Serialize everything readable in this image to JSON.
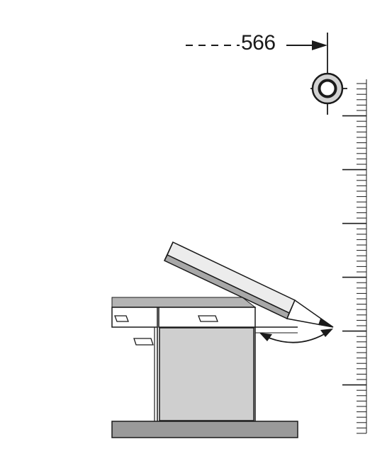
{
  "dimension": {
    "value": "566"
  },
  "icons": {
    "target": "crosshair-target-icon",
    "pencil": "pencil-icon"
  },
  "colors": {
    "stroke": "#1a1a1a",
    "worktop_top": "#b4b4b4",
    "dishwasher_panel": "#cfcfcf",
    "plinth": "#9a9a9a",
    "pencil_body": "#ececec",
    "pencil_shade": "#a8a8a8"
  },
  "ruler": {
    "minor_ticks_per_major": 10,
    "major_ticks": 8
  }
}
